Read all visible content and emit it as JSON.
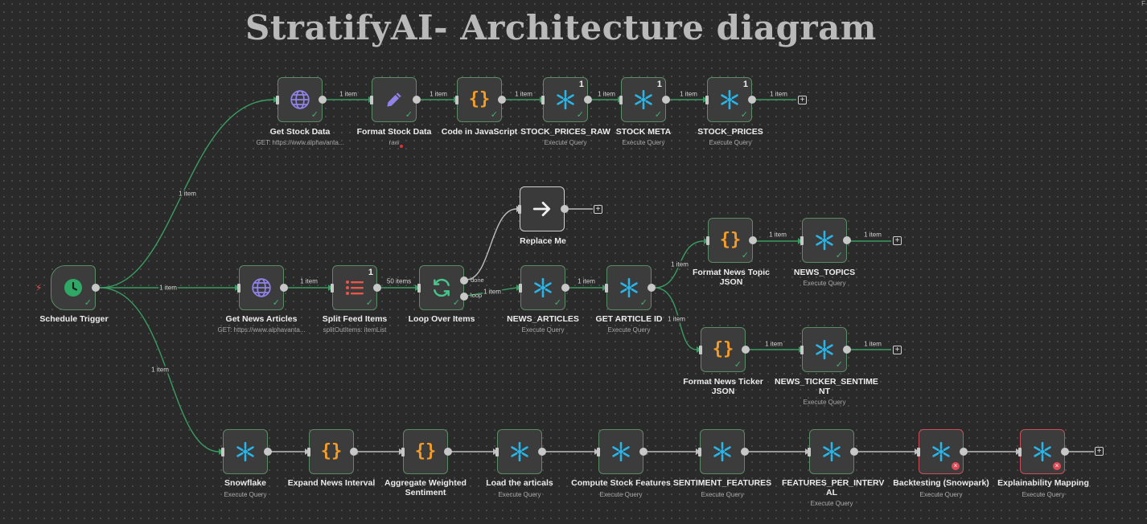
{
  "title": "StratifyAI- Architecture diagram",
  "corner_text": "F",
  "colors": {
    "canvas": "#2a2a2a",
    "node_ok_border": "#5a8a66",
    "node_error_border": "#c9505a",
    "edge": "#3a9b62",
    "snowflake": "#29b5e8",
    "code": "#f39c28"
  },
  "nodes": {
    "schedule_trigger": {
      "label": "Schedule Trigger",
      "icon": "clock-icon"
    },
    "get_stock_data": {
      "label": "Get Stock Data",
      "sub": "GET: https://www.alphavanta...",
      "icon": "globe-icon"
    },
    "format_stock_data": {
      "label": "Format Stock Data",
      "sub": "raw",
      "icon": "pencil-icon"
    },
    "code_js": {
      "label": "Code in JavaScript",
      "icon": "braces-icon",
      "glyph": "{}"
    },
    "stock_prices_raw": {
      "label": "STOCK_PRICES_RAW",
      "sub": "Execute Query",
      "count": "1",
      "icon": "snowflake-icon"
    },
    "stock_meta": {
      "label": "STOCK META",
      "sub": "Execute Query",
      "count": "1",
      "icon": "snowflake-icon"
    },
    "stock_prices": {
      "label": "STOCK_PRICES",
      "sub": "Execute Query",
      "count": "1",
      "icon": "snowflake-icon"
    },
    "get_news_articles": {
      "label": "Get News Articles",
      "sub": "GET: https://www.alphavanta...",
      "icon": "globe-icon"
    },
    "split_feed_items": {
      "label": "Split Feed Items",
      "sub": "splitOutItems: itemList",
      "count": "1",
      "icon": "list-icon"
    },
    "loop_over_items": {
      "label": "Loop Over Items",
      "icon": "loop-icon",
      "port_done": "done",
      "port_loop": "loop"
    },
    "replace_me": {
      "label": "Replace Me",
      "icon": "arrow-right-icon"
    },
    "news_articles": {
      "label": "NEWS_ARTICLES",
      "sub": "Execute Query",
      "icon": "snowflake-icon"
    },
    "get_article_id": {
      "label": "GET ARTICLE ID",
      "sub": "Execute Query",
      "icon": "snowflake-icon"
    },
    "format_news_topic": {
      "label": "Format News Topic JSON",
      "icon": "braces-icon",
      "glyph": "{}"
    },
    "news_topics": {
      "label": "NEWS_TOPICS",
      "sub": "Execute Query",
      "icon": "snowflake-icon"
    },
    "format_news_ticker": {
      "label": "Format News Ticker JSON",
      "icon": "braces-icon",
      "glyph": "{}"
    },
    "news_ticker_sentiment": {
      "label": "NEWS_TICKER_SENTIME NT",
      "sub": "Execute Query",
      "icon": "snowflake-icon"
    },
    "snowflake": {
      "label": "Snowflake",
      "sub": "Execute Query",
      "icon": "snowflake-icon"
    },
    "expand_news_interval": {
      "label": "Expand News Interval",
      "icon": "braces-icon",
      "glyph": "{}"
    },
    "aggregate_weighted_sentiment": {
      "label": "Aggregate Weighted Sentiment",
      "icon": "braces-icon",
      "glyph": "{}"
    },
    "load_the_articals": {
      "label": "Load the articals",
      "sub": "Execute Query",
      "icon": "snowflake-icon"
    },
    "compute_stock_features": {
      "label": "Compute Stock Features",
      "sub": "Execute Query",
      "icon": "snowflake-icon"
    },
    "sentiment_features": {
      "label": "SENTIMENT_FEATURES",
      "sub": "Execute Query",
      "icon": "snowflake-icon"
    },
    "features_per_interval": {
      "label": "FEATURES_PER_INTERV AL",
      "sub": "Execute Query",
      "icon": "snowflake-icon"
    },
    "backtesting": {
      "label": "Backtesting (Snowpark)",
      "sub": "Execute Query",
      "icon": "snowflake-icon",
      "status": "error"
    },
    "explainability_mapping": {
      "label": "Explainability Mapping",
      "sub": "Execute Query",
      "icon": "snowflake-icon",
      "status": "error"
    }
  },
  "edge_labels": {
    "one_item": "1 item",
    "fifty_items": "50 items"
  },
  "plus_symbol": "+"
}
